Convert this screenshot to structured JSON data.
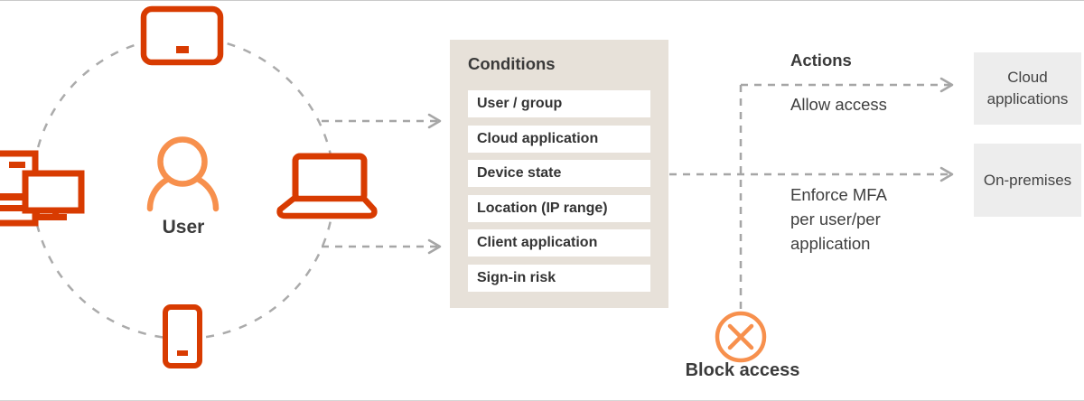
{
  "user": {
    "label": "User"
  },
  "conditions": {
    "title": "Conditions",
    "items": [
      "User / group",
      "Cloud application",
      "Device state",
      "Location (IP range)",
      "Client application",
      "Sign-in risk"
    ]
  },
  "actions": {
    "title": "Actions",
    "allow_label": "Allow access",
    "enforce_label": "Enforce MFA\nper user/per\napplication",
    "block_label": "Block access"
  },
  "destinations": {
    "cloud_label": "Cloud applications",
    "onprem_label": "On-premises"
  },
  "icons": {
    "top_device": "tablet-icon",
    "left_device": "desktop-icon",
    "right_device": "laptop-icon",
    "bottom_device": "phone-icon",
    "center": "person-icon",
    "block": "block-access-icon"
  },
  "colors": {
    "device_stroke": "#d83b01",
    "person_stroke": "#f7904d",
    "dashed_line": "#a6a6a6",
    "conditions_bg": "#e7e1d9",
    "condition_row_bg": "#ffffff",
    "destination_bg": "#ededed",
    "text_dark": "#3a3a3a"
  }
}
